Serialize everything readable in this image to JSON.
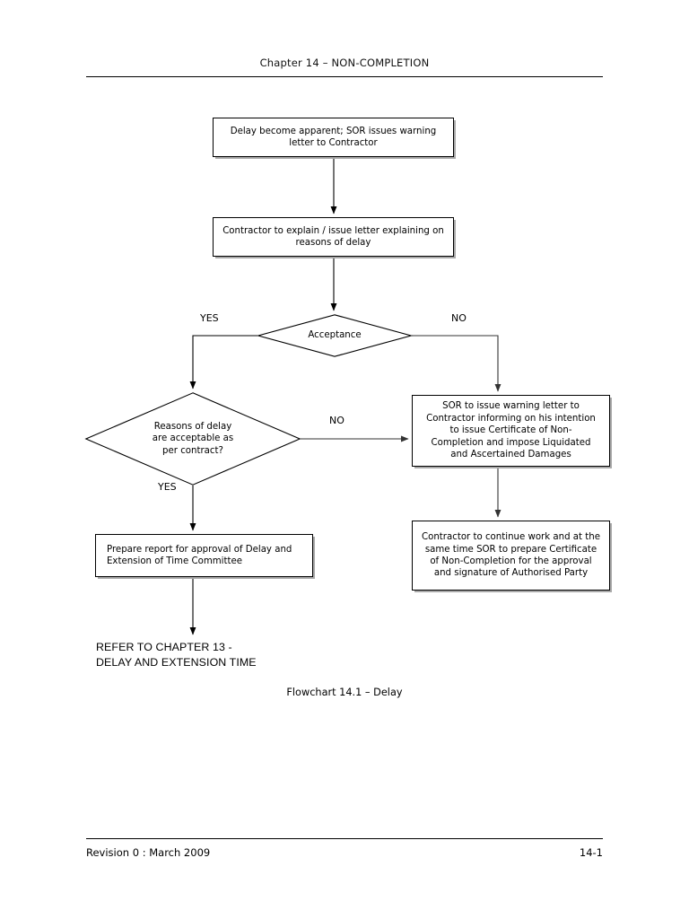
{
  "document": {
    "header": {
      "title": "Chapter 14 – NON-COMPLETION"
    },
    "footer": {
      "revision": "Revision 0 : March 2009",
      "page_number": "14-1"
    },
    "caption": "Flowchart 14.1 – Delay"
  },
  "flowchart": {
    "title": "Flowchart 14.1 – Delay",
    "nodes": [
      {
        "id": "warning-letter",
        "type": "process",
        "text": "Delay become apparent; SOR issues warning\nletter to Contractor"
      },
      {
        "id": "contractor-explain",
        "type": "process",
        "text": "Contractor to explain / issue letter explaining on\nreasons of delay"
      },
      {
        "id": "acceptance",
        "type": "decision",
        "text": "Acceptance"
      },
      {
        "id": "reasons-acceptable",
        "type": "decision",
        "text": "Reasons of delay\nare acceptable as\nper contract?"
      },
      {
        "id": "sor-intention",
        "type": "process",
        "text": "SOR to issue warning letter to\nContractor informing on his intention\nto issue Certificate of Non-\nCompletion and impose Liquidated\nand Ascertained Damages"
      },
      {
        "id": "contractor-continue",
        "type": "process",
        "text": "Contractor to continue work and at the\nsame time SOR to prepare Certificate\nof Non-Completion for the approval\nand signature of Authorised Party"
      },
      {
        "id": "prepare-report",
        "type": "process",
        "text": "Prepare report for approval of Delay and\nExtension of Time Committee"
      },
      {
        "id": "refer-chapter-13",
        "type": "terminal-text",
        "text": "REFER TO CHAPTER 13 -\nDELAY AND EXTENSION TIME"
      }
    ],
    "branch_labels": {
      "acceptance_yes": "YES",
      "acceptance_no": "NO",
      "reasons_no": "NO",
      "reasons_yes": "YES"
    },
    "colors": {
      "line": "#000000",
      "shadow": "#a9a9a9",
      "box_fill": "#ffffff",
      "text": "#000000"
    }
  }
}
